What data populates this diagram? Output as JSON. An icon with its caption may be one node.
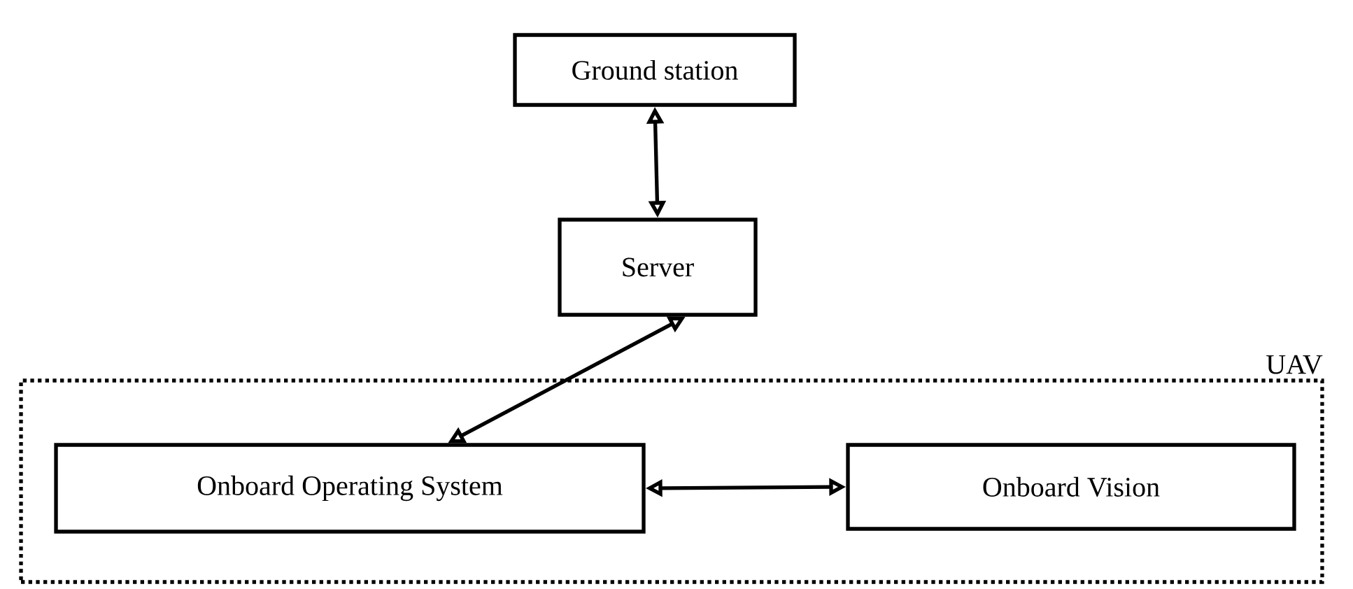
{
  "diagram": {
    "nodes": [
      {
        "text": [
          "UAV"
        ]
      },
      {
        "text": [
          "Ground station"
        ]
      },
      {
        "text": [
          "Server"
        ]
      },
      {
        "text": [
          "Onboard Operating System"
        ],
        "in": 0
      },
      {
        "text": [
          "Onboard Vision"
        ],
        "in": 0
      }
    ],
    "edges": [
      {
        "from": 1,
        "to": 2,
        "arrow": "both"
      },
      {
        "from": 2,
        "to": 3,
        "arrow": "both"
      },
      {
        "from": 3,
        "to": 4,
        "arrow": "both"
      }
    ]
  }
}
